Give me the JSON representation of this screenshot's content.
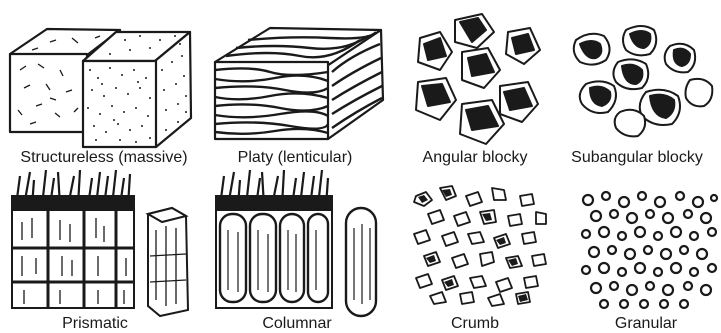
{
  "colors": {
    "ink": "#1a1a1a",
    "background": "#ffffff"
  },
  "structures": [
    {
      "label": "Structureless (massive)",
      "icon": "structureless-massive-icon"
    },
    {
      "label": "Platy (lenticular)",
      "icon": "platy-lenticular-icon"
    },
    {
      "label": "Angular blocky",
      "icon": "angular-blocky-icon"
    },
    {
      "label": "Subangular blocky",
      "icon": "subangular-blocky-icon"
    },
    {
      "label": "Prismatic",
      "icon": "prismatic-icon"
    },
    {
      "label": "Columnar",
      "icon": "columnar-icon"
    },
    {
      "label": "Crumb",
      "icon": "crumb-icon"
    },
    {
      "label": "Granular",
      "icon": "granular-icon"
    }
  ]
}
